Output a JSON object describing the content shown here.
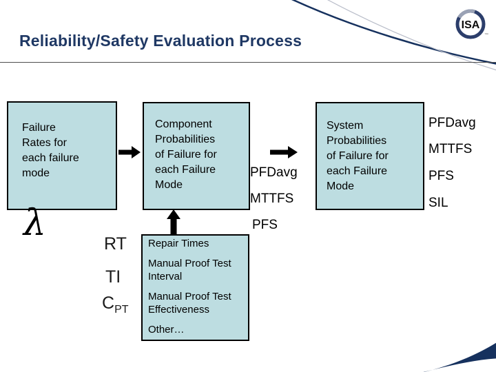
{
  "slide": {
    "title": "Reliability/Safety Evaluation Process",
    "logo_text": "ISA",
    "logo_tm": "™"
  },
  "colors": {
    "title_navy": "#1F3864",
    "box_fill": "#BDDDE1",
    "box_border": "#000000",
    "swoosh_navy": "#16315E",
    "swoosh_silver": "#b9bdc9",
    "arrow_black": "#000000"
  },
  "flow": {
    "failure_rates_box": "Failure\nRates for\neach failure\nmode",
    "component_box": "Component\nProbabilities\nof Failure for\neach Failure\nMode",
    "system_box": "System\nProbabilities\nof Failure for\neach Failure\nMode",
    "component_outputs": [
      "PFDavg",
      "MTTFS",
      "PFS"
    ],
    "system_outputs": [
      "PFDavg",
      "MTTFS",
      "PFS",
      "SIL"
    ]
  },
  "inputs": {
    "lambda_symbol": "λ",
    "rt_label": "RT",
    "ti_label": "TI",
    "cpt_base": "C",
    "cpt_subscript": "PT",
    "box_items": [
      "Repair Times",
      "Manual Proof Test Interval",
      "Manual Proof Test Effectiveness",
      "Other…"
    ]
  }
}
